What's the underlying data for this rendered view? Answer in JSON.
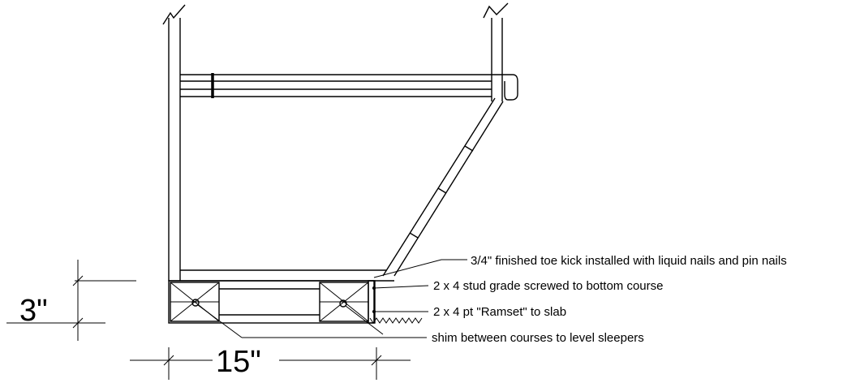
{
  "dimensions": {
    "height": "3\"",
    "width": "15\""
  },
  "callouts": {
    "toe_kick": "3/4\" finished toe kick installed with liquid nails and pin nails",
    "stud": "2 x 4 stud grade screwed to bottom course",
    "ramset": "2 x 4 pt \"Ramset\" to slab",
    "shim": "shim between courses to level sleepers"
  },
  "colors": {
    "line": "#000000",
    "background": "#ffffff"
  }
}
